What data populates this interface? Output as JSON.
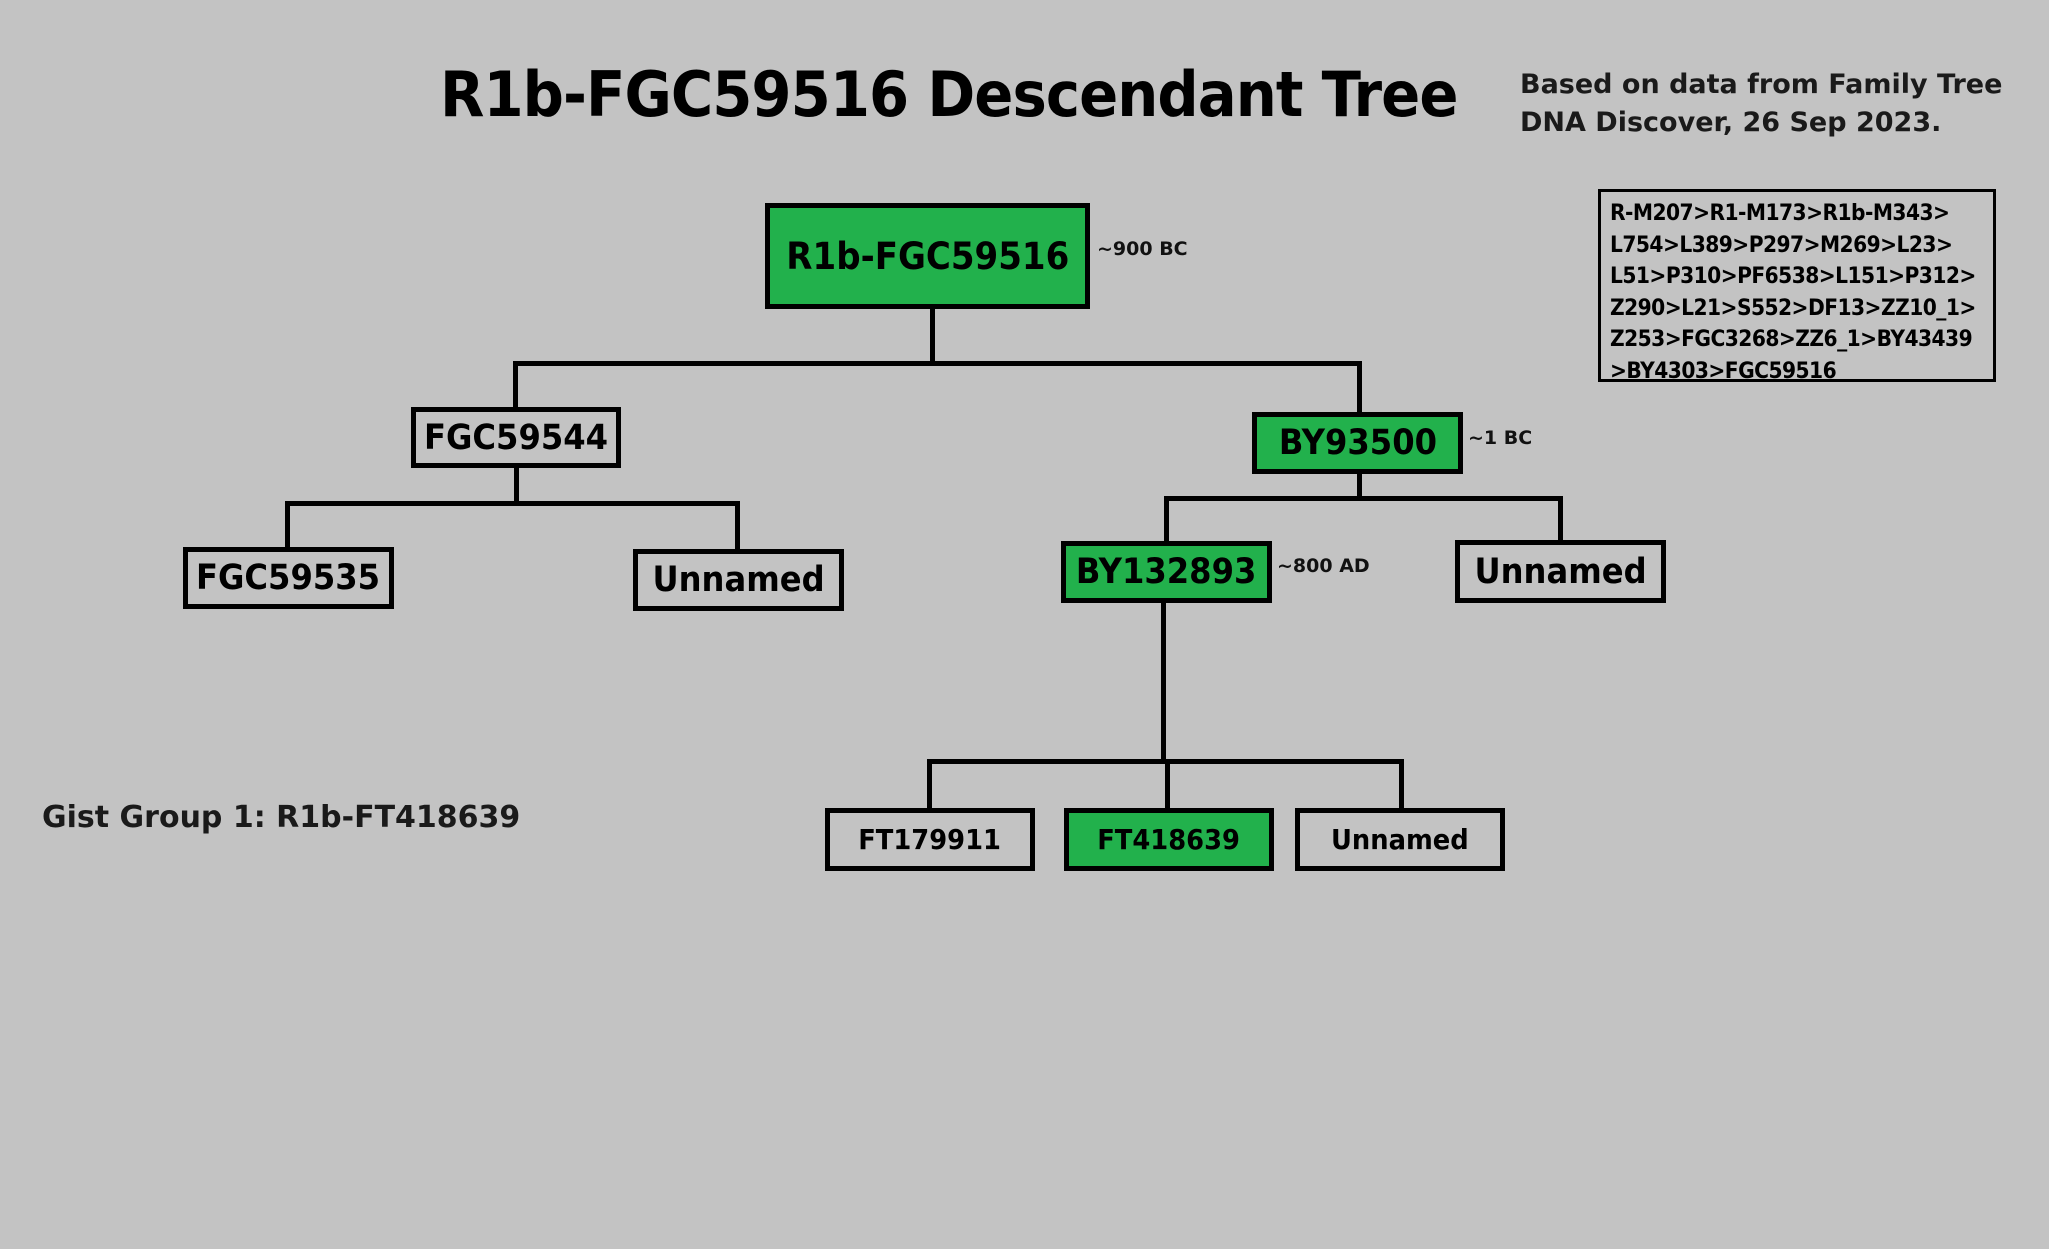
{
  "title": "R1b-FGC59516 Descendant Tree",
  "subtitle": [
    "Based on data from Family Tree",
    "DNA Discover, 26 Sep 2023."
  ],
  "lineage_path": [
    "R-M207>R1-M173>R1b-M343>",
    "L754>L389>P297>M269>L23>",
    "L51>P310>PF6538>L151>P312>",
    "Z290>L21>S552>DF13>ZZ10_1>",
    "Z253>FGC3268>ZZ6_1>BY43439",
    ">BY4303>FGC59516"
  ],
  "colors": {
    "background": "#c3c3c3",
    "highlight": "#22b14c",
    "border": "#000000"
  },
  "tree": {
    "root": {
      "label": "R1b-FGC59516",
      "date": "~900 BC",
      "highlighted": true
    },
    "level1": [
      {
        "label": "FGC59544",
        "date": "",
        "highlighted": false
      },
      {
        "label": "BY93500",
        "date": "~1 BC",
        "highlighted": true
      }
    ],
    "level2_left": [
      {
        "label": "FGC59535",
        "highlighted": false
      },
      {
        "label": "Unnamed",
        "highlighted": false
      }
    ],
    "level2_right": [
      {
        "label": "BY132893",
        "date": "~800 AD",
        "highlighted": true
      },
      {
        "label": "Unnamed",
        "highlighted": false
      }
    ],
    "level3": [
      {
        "label": "FT179911",
        "highlighted": false
      },
      {
        "label": "FT418639",
        "highlighted": true
      },
      {
        "label": "Unnamed",
        "highlighted": false
      }
    ]
  },
  "gist_group": "Gist Group 1: R1b-FT418639"
}
